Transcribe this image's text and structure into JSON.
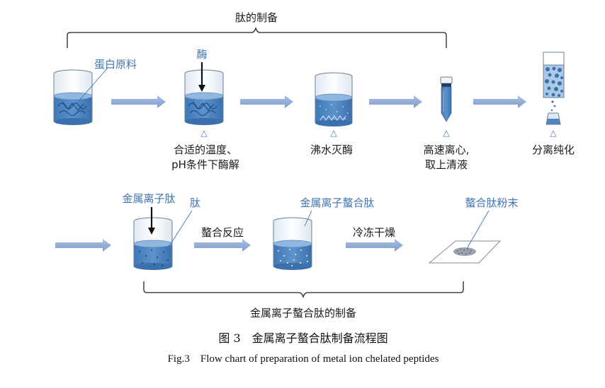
{
  "top_section": {
    "bracket_label": "肽的制备",
    "raw_material_label": "蛋白原料",
    "enzyme_label": "酶",
    "step1_label_line1": "合适的温度、",
    "step1_label_line2": "pH条件下酶解",
    "step2_label": "沸水灭酶",
    "step3_label_line1": "高速离心,",
    "step3_label_line2": "取上清液",
    "step4_label": "分离纯化"
  },
  "bottom_section": {
    "metal_ion_label": "金属离子肽",
    "peptide_label": "肽",
    "chelation_label": "螯合反应",
    "chelated_peptide_label": "金属离子螯合肽",
    "freeze_dry_label": "冷冻干燥",
    "powder_label": "螯合肽粉末",
    "bracket_label": "金属离子螯合肽的制备"
  },
  "triangle_marker": "△",
  "caption": {
    "cn": "图 3　金属离子螯合肽制备流程图",
    "en": "Fig.3　Flow chart of preparation of metal ion chelated peptides"
  },
  "colors": {
    "arrow": "#8fabd6",
    "liquid": "#4f86c2",
    "liquid_top": "#8fb7e0",
    "label_blue": "#3f74b3"
  }
}
